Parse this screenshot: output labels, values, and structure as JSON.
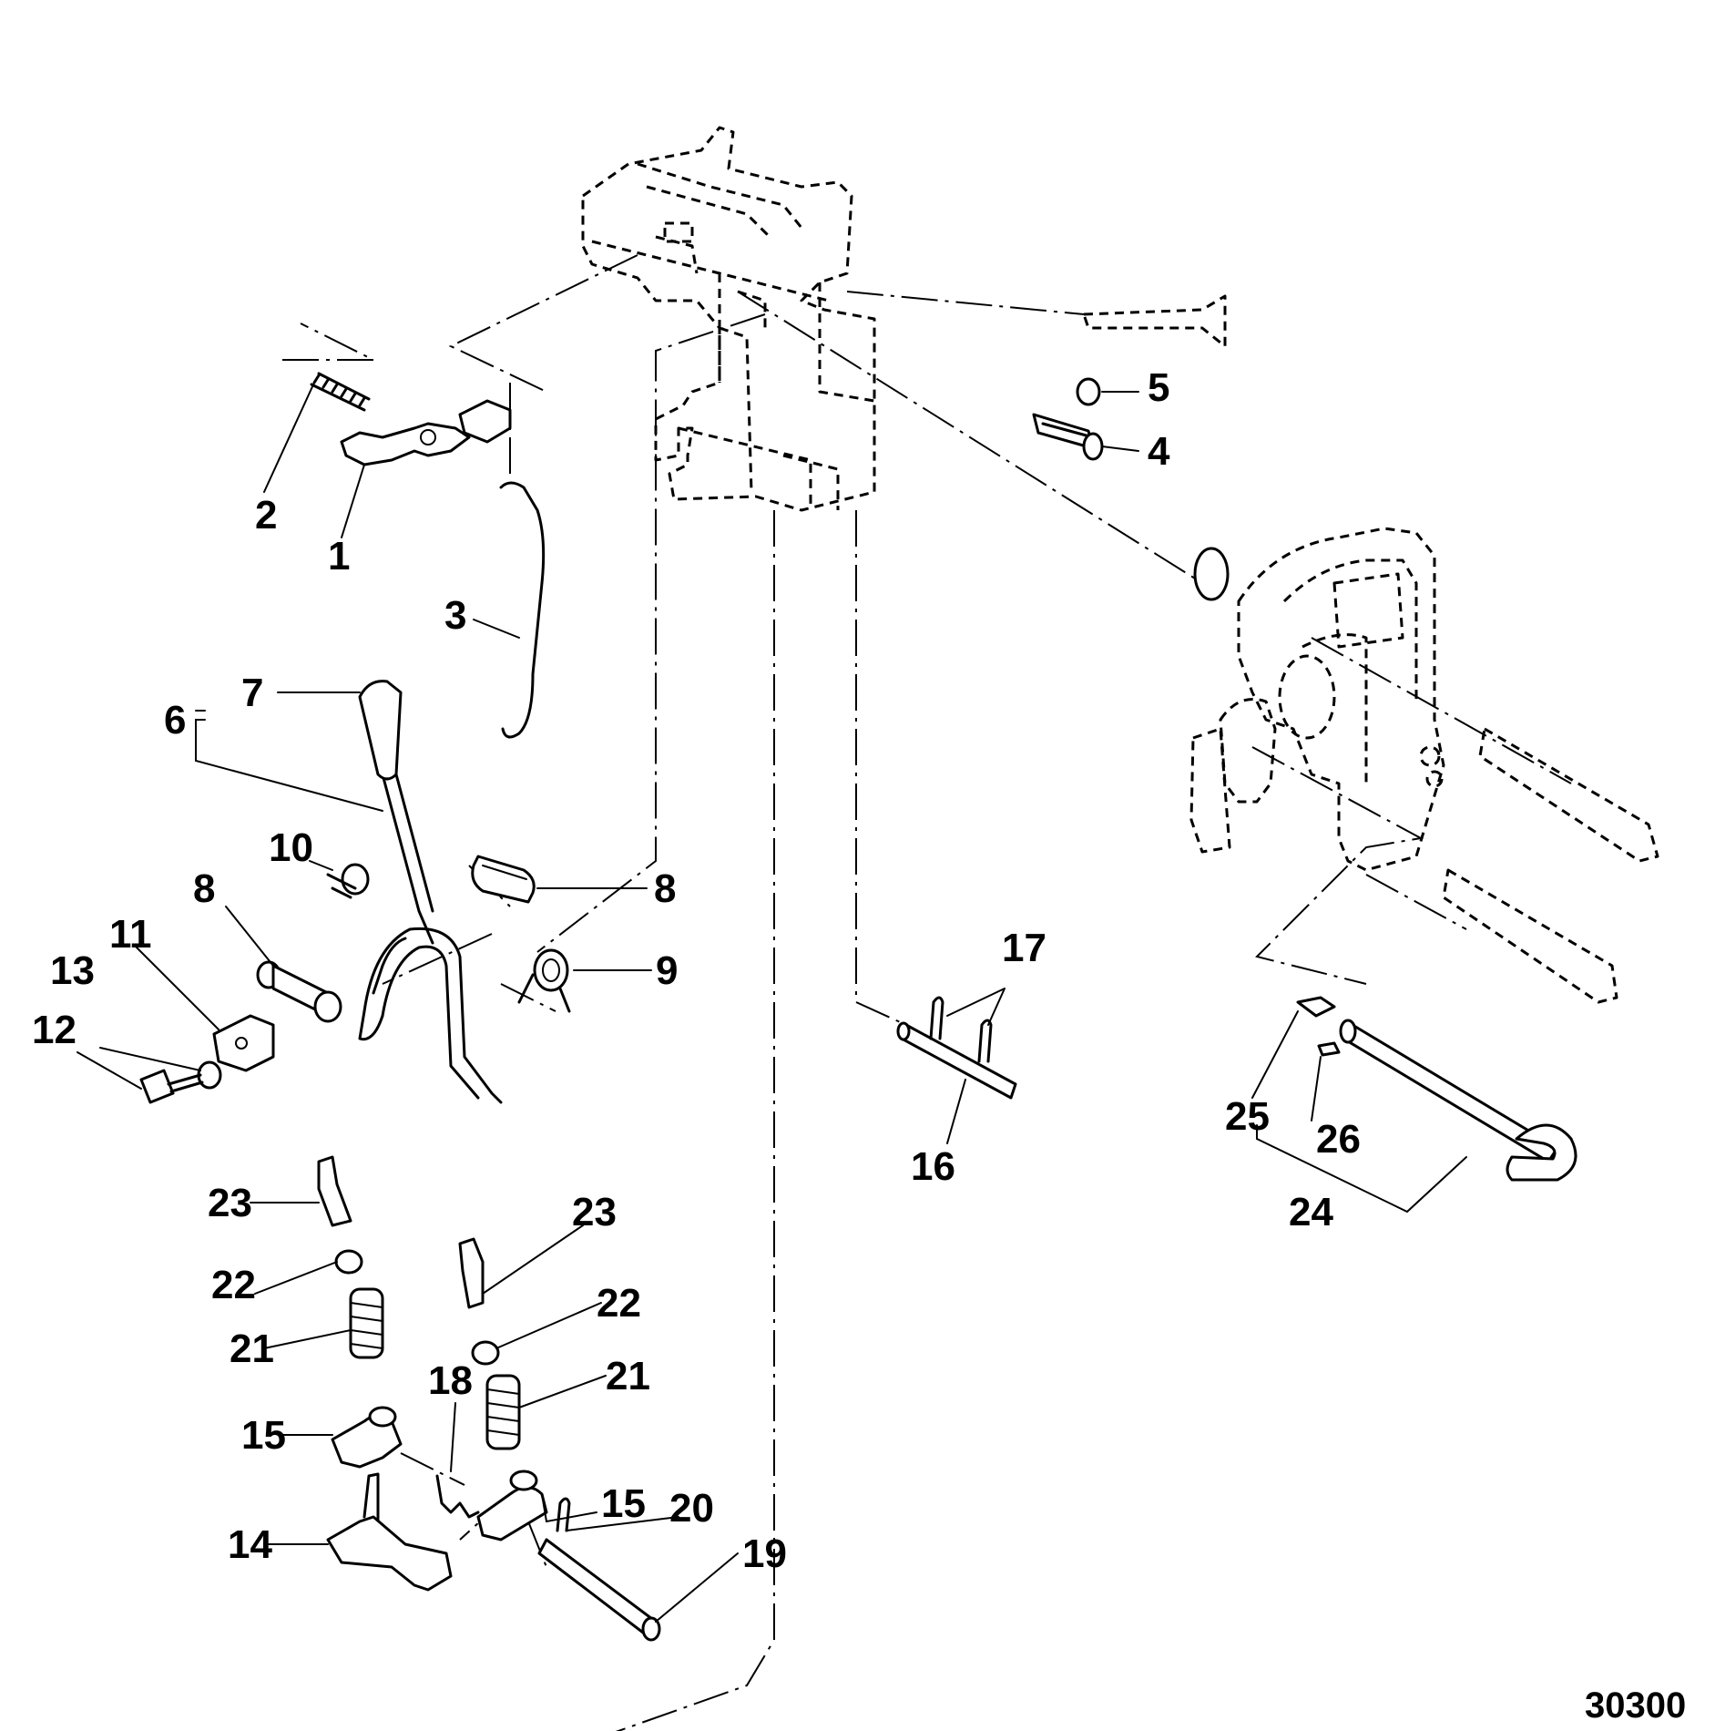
{
  "figure_code": "30300",
  "callouts": [
    {
      "id": "1",
      "text": "1"
    },
    {
      "id": "2",
      "text": "2"
    },
    {
      "id": "3",
      "text": "3"
    },
    {
      "id": "4",
      "text": "4"
    },
    {
      "id": "5",
      "text": "5"
    },
    {
      "id": "6",
      "text": "6"
    },
    {
      "id": "7",
      "text": "7"
    },
    {
      "id": "8a",
      "text": "8"
    },
    {
      "id": "8b",
      "text": "8"
    },
    {
      "id": "9",
      "text": "9"
    },
    {
      "id": "10",
      "text": "10"
    },
    {
      "id": "11",
      "text": "11"
    },
    {
      "id": "12",
      "text": "12"
    },
    {
      "id": "13",
      "text": "13"
    },
    {
      "id": "14",
      "text": "14"
    },
    {
      "id": "15a",
      "text": "15"
    },
    {
      "id": "15b",
      "text": "15"
    },
    {
      "id": "16",
      "text": "16"
    },
    {
      "id": "17",
      "text": "17"
    },
    {
      "id": "18",
      "text": "18"
    },
    {
      "id": "19",
      "text": "19"
    },
    {
      "id": "20",
      "text": "20"
    },
    {
      "id": "21a",
      "text": "21"
    },
    {
      "id": "21b",
      "text": "21"
    },
    {
      "id": "22a",
      "text": "22"
    },
    {
      "id": "22b",
      "text": "22"
    },
    {
      "id": "23a",
      "text": "23"
    },
    {
      "id": "23b",
      "text": "23"
    },
    {
      "id": "24",
      "text": "24"
    },
    {
      "id": "25",
      "text": "25"
    },
    {
      "id": "26",
      "text": "26"
    }
  ]
}
